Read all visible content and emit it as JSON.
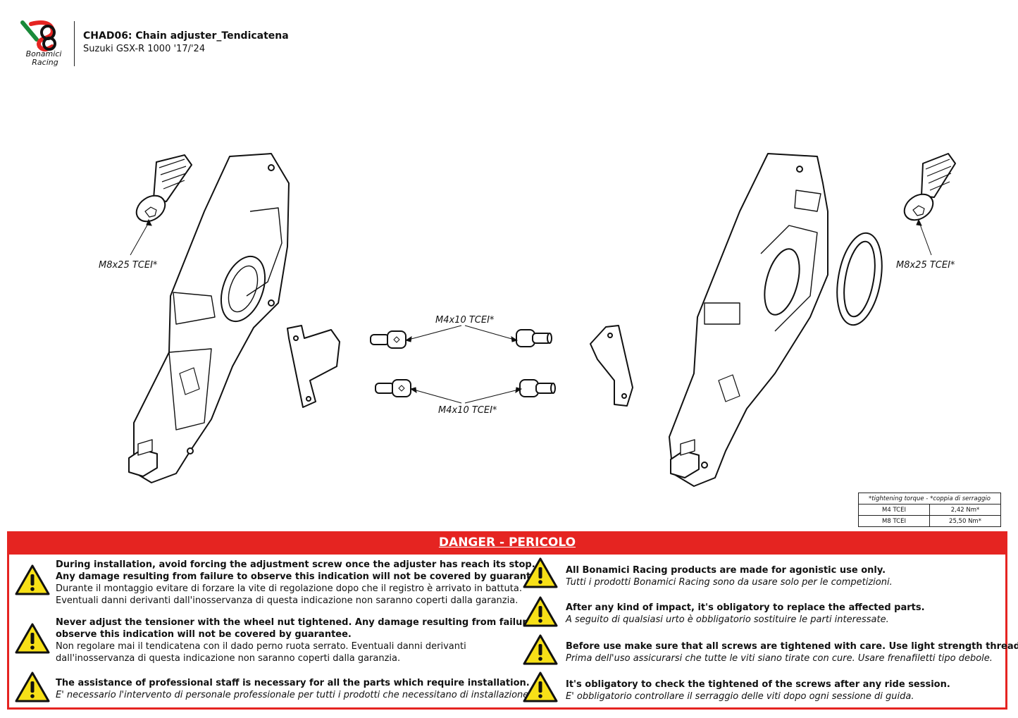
{
  "header": {
    "logo_name": "Bonamici",
    "logo_sub": "Racing",
    "code_title": "CHAD06: Chain adjuster_Tendicatena",
    "vehicle": "Suzuki GSX-R 1000 '17/'24"
  },
  "callouts": {
    "m8_left": "M8x25 TCEI*",
    "m8_right": "M8x25 TCEI*",
    "m4_top": "M4x10 TCEI*",
    "m4_bottom": "M4x10 TCEI*"
  },
  "torque_table": {
    "heading": "*tightening torque - *coppia di serraggio",
    "rows": [
      {
        "screw": "M4 TCEI",
        "torque": "2,42 Nm*"
      },
      {
        "screw": "M8 TCEI",
        "torque": "25,50 Nm*"
      }
    ]
  },
  "danger": {
    "title": "DANGER - PERICOLO",
    "colors": {
      "red": "#e52421",
      "yellow": "#f7e017"
    },
    "left": [
      {
        "en1": "During installation, avoid forcing the adjustment screw once the adjuster has reach its stop.",
        "en2": "Any damage resulting from failure to observe this indication will not be covered by guarantee.",
        "it1": "Durante il montaggio evitare di forzare la vite di regolazione dopo che il registro è arrivato in battuta.",
        "it2": "Eventuali danni derivanti dall'inosservanza di questa indicazione non saranno coperti dalla garanzia."
      },
      {
        "en1": "Never adjust the tensioner with the wheel nut tightened. Any damage resulting from failure to",
        "en2": "observe this indication will not be covered by guarantee.",
        "it1": "Non regolare mai il tendicatena con il dado perno ruota serrato. Eventuali danni derivanti",
        "it2": "dall'inosservanza di questa indicazione non saranno coperti dalla garanzia."
      },
      {
        "en1": "The assistance of professional staff is necessary for all the parts which require installation.",
        "it1": "E' necessario l'intervento di personale professionale per tutti i prodotti che necessitano di installazione."
      }
    ],
    "right": [
      {
        "en1": "All Bonamici Racing products are made for agonistic use only.",
        "it1": "Tutti i prodotti Bonamici Racing sono da usare solo per le competizioni."
      },
      {
        "en1": "After any kind of impact, it's obligatory to replace the affected parts.",
        "it1": "A seguito di qualsiasi urto è obbligatorio sostituire le parti interessate."
      },
      {
        "en1": "Before use make sure that all screws are tightened with care. Use light strength threadlocker.",
        "it1": "Prima dell'uso assicurarsi che tutte le viti siano tirate con cure. Usare frenafiletti tipo debole."
      },
      {
        "en1": "It's obligatory to check the tightened of the screws after any ride session.",
        "it1": "E' obbligatorio controllare il serraggio delle viti dopo ogni sessione di guida."
      }
    ]
  }
}
